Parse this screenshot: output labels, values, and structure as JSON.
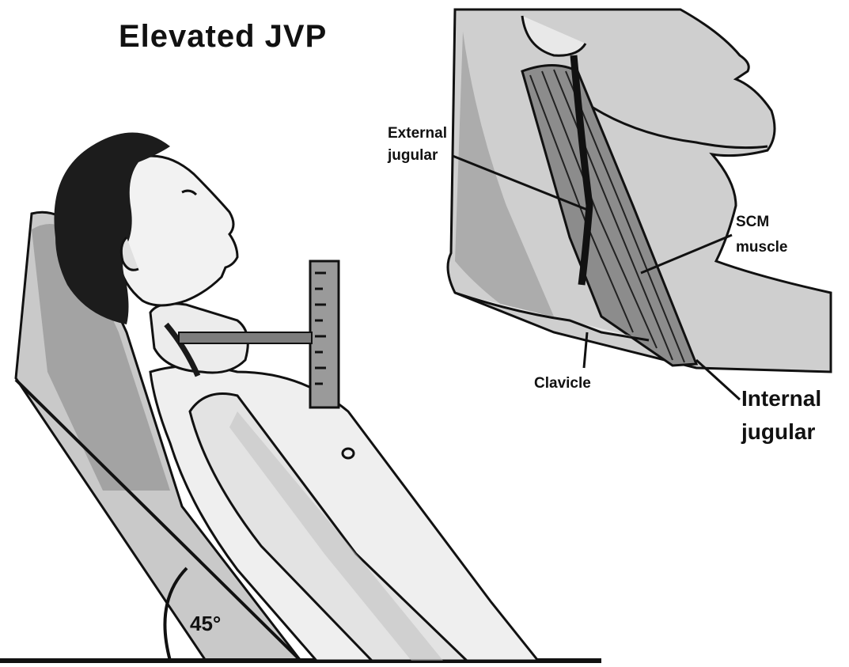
{
  "title": "Elevated JVP",
  "labels": {
    "external_jugular_line1": "External",
    "external_jugular_line2": "jugular",
    "scm_line1": "SCM",
    "scm_line2": "muscle",
    "clavicle": "Clavicle",
    "internal_jugular_line1": "Internal",
    "internal_jugular_line2": "jugular",
    "angle": "45°"
  },
  "colors": {
    "ink": "#111111",
    "shadow": "#6f6f6f",
    "mid_gray": "#bdbdbd",
    "light_gray": "#dedede",
    "hair": "#1a1a1a"
  }
}
